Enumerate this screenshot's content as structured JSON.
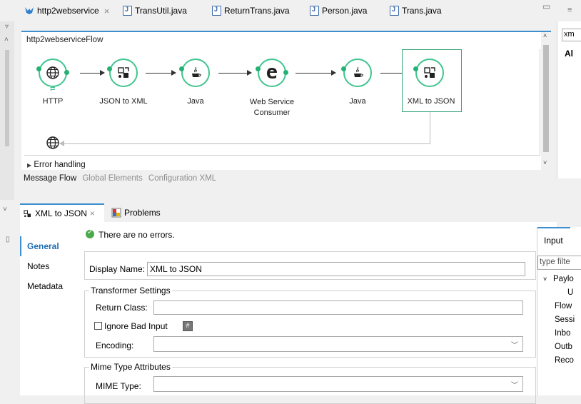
{
  "editor_tabs": [
    {
      "label": "http2webservice",
      "active": true
    },
    {
      "label": "TransUtil.java"
    },
    {
      "label": "ReturnTrans.java"
    },
    {
      "label": "Person.java"
    },
    {
      "label": "Trans.java"
    }
  ],
  "canvas": {
    "flow_name": "http2webserviceFlow",
    "nodes": [
      {
        "label": "HTTP"
      },
      {
        "label": "JSON to XML"
      },
      {
        "label": "Java"
      },
      {
        "label": "Web Service\nConsumer"
      },
      {
        "label": "Java"
      },
      {
        "label": "XML to JSON"
      }
    ],
    "error_handling": "Error handling",
    "view_tabs": [
      "Message Flow",
      "Global Elements",
      "Configuration XML"
    ]
  },
  "right_top": {
    "search_text": "xm",
    "heading": "Al"
  },
  "prop_tabs": [
    {
      "label": "XML to JSON",
      "active": true
    },
    {
      "label": "Problems"
    }
  ],
  "properties": {
    "status": "There are no errors.",
    "nav": [
      "General",
      "Notes",
      "Metadata"
    ],
    "display_name_label": "Display Name:",
    "display_name_value": "XML to JSON",
    "transformer_group": "Transformer Settings",
    "return_class_label": "Return Class:",
    "return_class_value": "",
    "ignore_bad_input_label": "Ignore Bad Input",
    "encoding_label": "Encoding:",
    "encoding_value": "",
    "mime_group": "Mime Type Attributes",
    "mime_type_label": "MIME Type:",
    "mime_type_value": ""
  },
  "right_panel": {
    "tab": "Input",
    "filter_placeholder": "type filte",
    "items": [
      "Paylo",
      "U",
      "Flow",
      "Sessi",
      "Inbo",
      "Outb",
      "Reco"
    ]
  }
}
